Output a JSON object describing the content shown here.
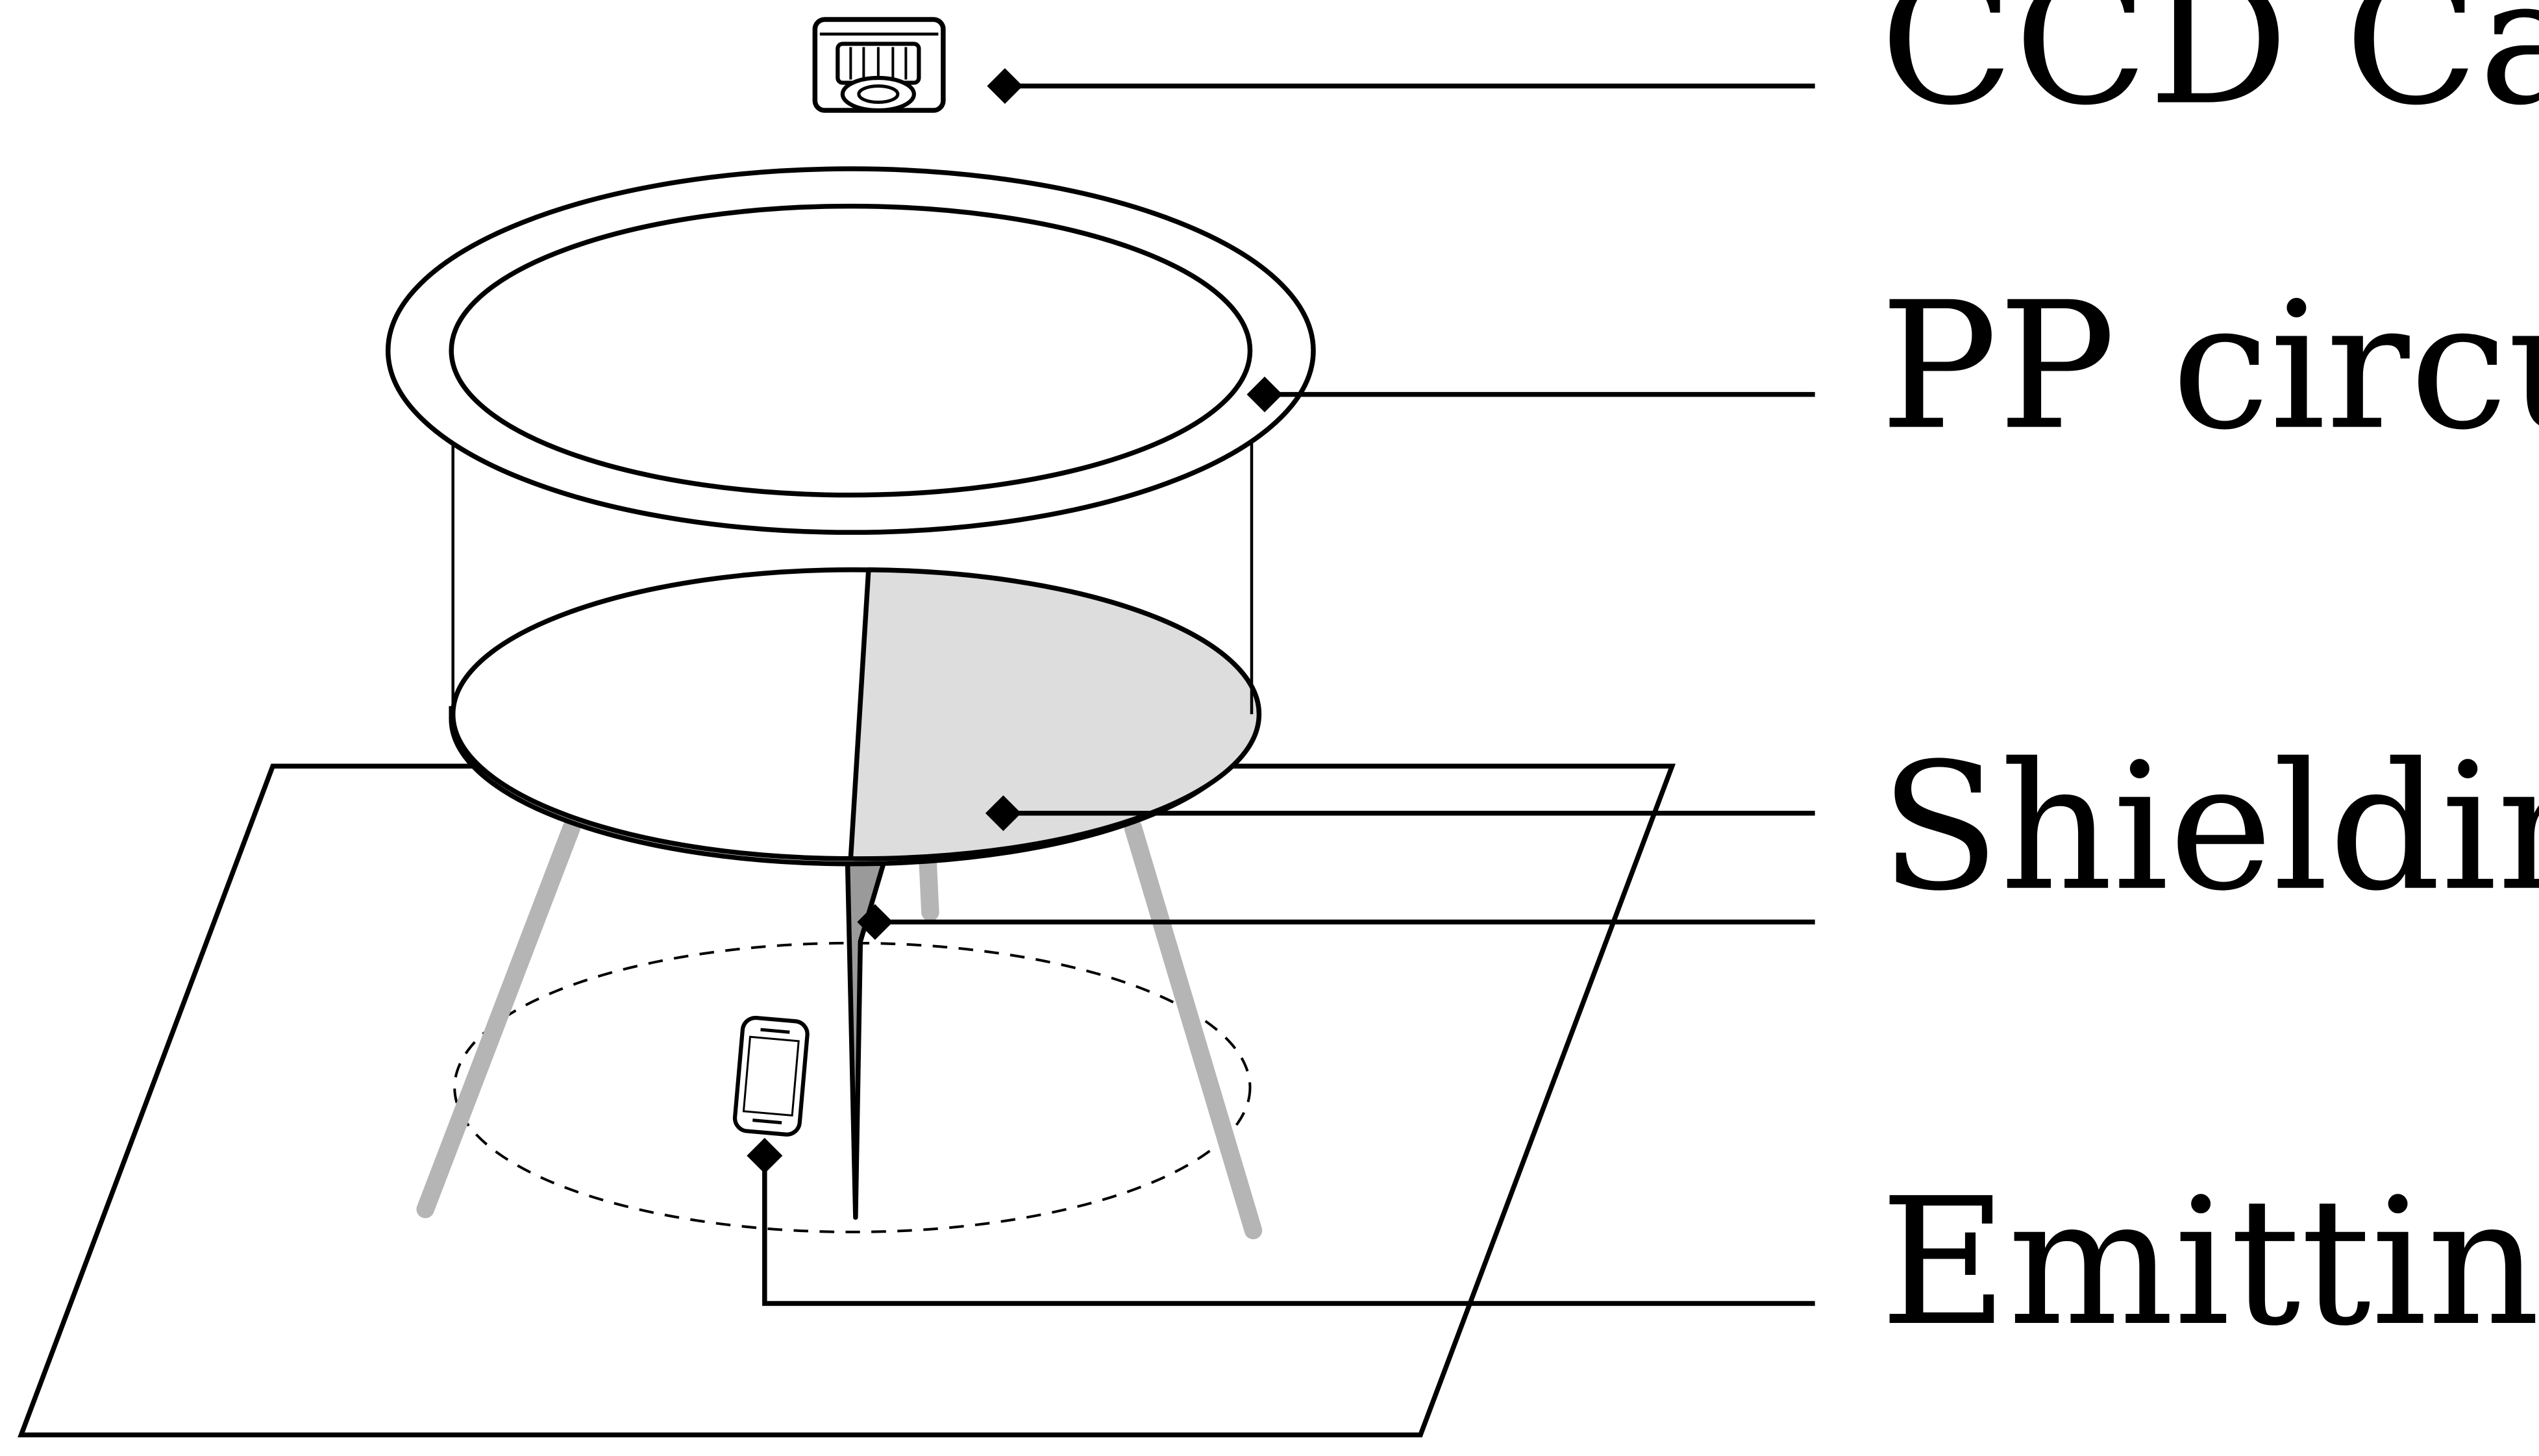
{
  "labels": {
    "camera": "CCD Camera",
    "arena": "PP circular arena",
    "shielding": "Shielding plates",
    "cellphone": "Emitting Cellphone"
  },
  "colors": {
    "line": "#000000",
    "shade": "#dddddd",
    "plate_dark": "#9a9a9a",
    "legs": "#b5b5b5",
    "background": "#ffffff"
  },
  "icons": [
    "ccd-camera-icon",
    "cellphone-icon",
    "leader-marker-icon"
  ]
}
